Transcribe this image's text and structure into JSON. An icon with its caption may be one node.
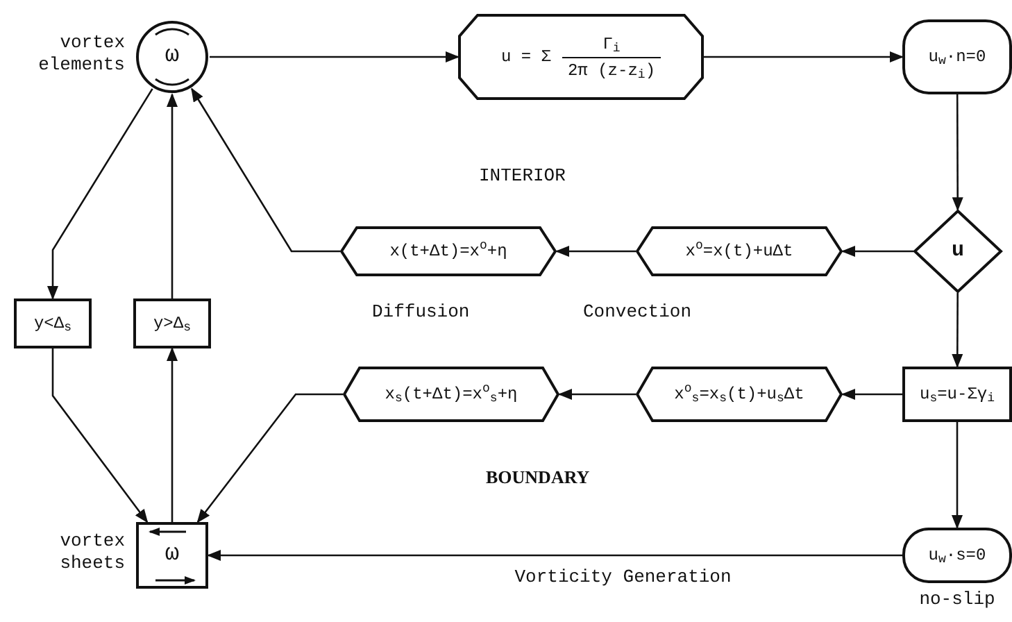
{
  "diagram": {
    "nodes": [
      {
        "text": [
          "ω"
        ],
        "beside": [
          "vortex elements"
        ]
      },
      {
        "text": [
          "u = Σ",
          "Γ$_{i}$",
          "2π (z-z$_{i}$)"
        ]
      },
      {
        "text": [
          "u$_{w}$·n=0"
        ]
      },
      {
        "text": [
          "u"
        ]
      },
      {
        "text": [
          "x$^{o}$=x(t)+uΔt"
        ]
      },
      {
        "text": [
          "x(t+Δt)=x$^{o}$+η"
        ]
      },
      {
        "text": [
          "y<Δ$_{s}$"
        ]
      },
      {
        "text": [
          "y>Δ$_{s}$"
        ]
      },
      {
        "text": [
          "ω"
        ],
        "beside": [
          "vortex sheets"
        ]
      },
      {
        "text": [
          "x$_{s}$(t+Δt)=x$^{o}$$_{s}$+η"
        ]
      },
      {
        "text": [
          "x$^{o}$$_{s}$=x$_{s}$(t)+u$_{s}$Δt"
        ]
      },
      {
        "text": [
          "u$_{s}$=u-Σγ$_{i}$"
        ]
      },
      {
        "text": [
          "u$_{w}$·s=0"
        ],
        "beside": [
          "no-slip"
        ]
      }
    ],
    "edges": [
      {
        "from": 0,
        "to": 1,
        "arrow": "to"
      },
      {
        "from": 1,
        "to": 2,
        "arrow": "to"
      },
      {
        "from": 2,
        "to": 3,
        "arrow": "to"
      },
      {
        "from": 3,
        "to": 4,
        "arrow": "to"
      },
      {
        "from": 4,
        "to": 5,
        "arrow": "to"
      },
      {
        "from": 5,
        "to": 0,
        "arrow": "to"
      },
      {
        "from": 0,
        "to": 6,
        "arrow": "to"
      },
      {
        "from": 7,
        "to": 0,
        "arrow": "to"
      },
      {
        "from": 3,
        "to": 11,
        "arrow": "to"
      },
      {
        "from": 11,
        "to": 10,
        "arrow": "to"
      },
      {
        "from": 10,
        "to": 9,
        "arrow": "to"
      },
      {
        "from": 9,
        "to": 8,
        "arrow": "to"
      },
      {
        "from": 6,
        "to": 8,
        "arrow": "to"
      },
      {
        "from": 8,
        "to": 7,
        "arrow": "to"
      },
      {
        "from": 11,
        "to": 12,
        "arrow": "to"
      },
      {
        "from": 12,
        "to": 8,
        "arrow": "to",
        "label": "Vorticity Generation"
      }
    ],
    "labels": [
      "INTERIOR",
      "Diffusion",
      "Convection",
      "BOUNDARY"
    ]
  }
}
